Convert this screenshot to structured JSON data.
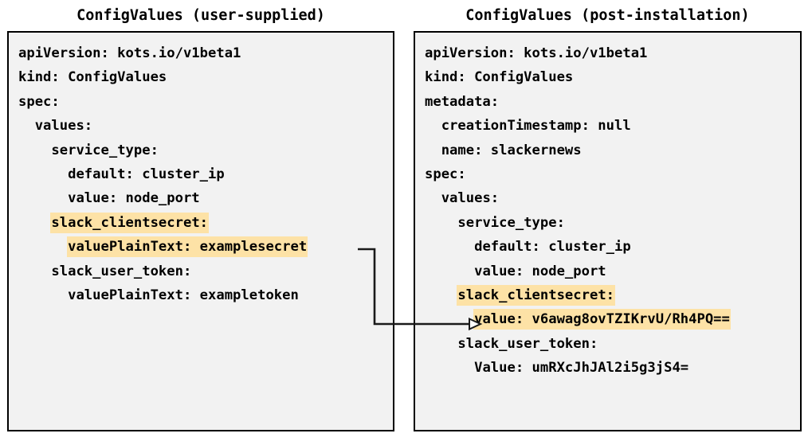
{
  "panels": [
    {
      "id": "user-supplied",
      "title": "ConfigValues (user-supplied)",
      "lines": [
        {
          "text": "apiVersion: kots.io/v1beta1",
          "highlight": false
        },
        {
          "text": "kind: ConfigValues",
          "highlight": false
        },
        {
          "text": "spec:",
          "highlight": false
        },
        {
          "text": "  values:",
          "highlight": false
        },
        {
          "text": "    service_type:",
          "highlight": false
        },
        {
          "text": "      default: cluster_ip",
          "highlight": false
        },
        {
          "text": "      value: node_port",
          "highlight": false
        },
        {
          "text": "    slack_clientsecret:",
          "highlight": true
        },
        {
          "text": "      valuePlainText: examplesecret",
          "highlight": true
        },
        {
          "text": "    slack_user_token:",
          "highlight": false
        },
        {
          "text": "      valuePlainText: exampletoken",
          "highlight": false
        }
      ]
    },
    {
      "id": "post-installation",
      "title": "ConfigValues (post-installation)",
      "lines": [
        {
          "text": "apiVersion: kots.io/v1beta1",
          "highlight": false
        },
        {
          "text": "kind: ConfigValues",
          "highlight": false
        },
        {
          "text": "metadata:",
          "highlight": false
        },
        {
          "text": "  creationTimestamp: null",
          "highlight": false
        },
        {
          "text": "  name: slackernews",
          "highlight": false
        },
        {
          "text": "spec:",
          "highlight": false
        },
        {
          "text": "  values:",
          "highlight": false
        },
        {
          "text": "    service_type:",
          "highlight": false
        },
        {
          "text": "      default: cluster_ip",
          "highlight": false
        },
        {
          "text": "      value: node_port",
          "highlight": false
        },
        {
          "text": "    slack_clientsecret:",
          "highlight": true
        },
        {
          "text": "      value: v6awag8ovTZIKrvU/Rh4PQ==",
          "highlight": true
        },
        {
          "text": "    slack_user_token:",
          "highlight": false
        },
        {
          "text": "      Value: umRXcJhJAl2i5g3jS4=",
          "highlight": false
        }
      ]
    }
  ],
  "connector": {
    "label": "secret-transform-arrow",
    "from": "examplesecret",
    "to": "v6awag8ovTZIKrvU/Rh4PQ=="
  },
  "colors": {
    "highlight": "#fde2a6",
    "panel_background": "#f2f2f2",
    "panel_border": "#000000",
    "text": "#000000",
    "page_background": "#ffffff"
  }
}
